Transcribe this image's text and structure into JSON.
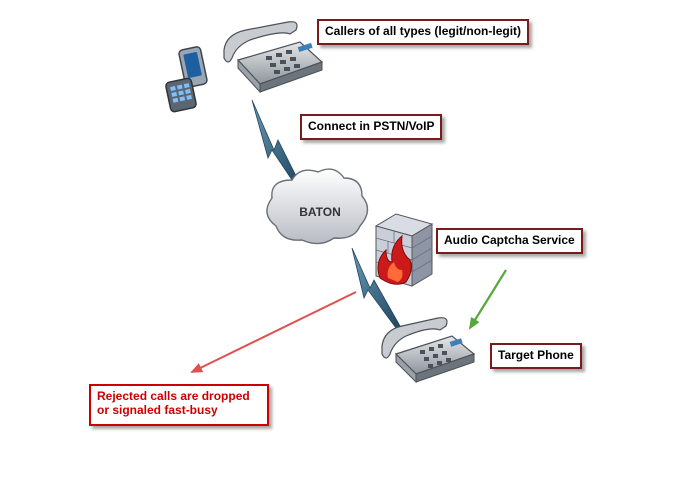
{
  "labels": {
    "callers": "Callers of all types (legit/non-legit)",
    "connect": "Connect in PSTN/VoIP",
    "cloud": "BATON",
    "captcha": "Audio Captcha Service",
    "target": "Target Phone",
    "rejected_line1": "Rejected calls are dropped",
    "rejected_line2": "or signaled fast-busy"
  },
  "colors": {
    "label_border": "#7a1a1a",
    "rejected_text": "#cc0000",
    "reject_arrow": "#e05050",
    "captcha_arrow": "#55a83a",
    "lightning": "#3a6a8a"
  },
  "icons": [
    "cell-phone-icon",
    "desk-phone-icon",
    "cloud-icon",
    "firewall-icon",
    "target-phone-icon"
  ]
}
